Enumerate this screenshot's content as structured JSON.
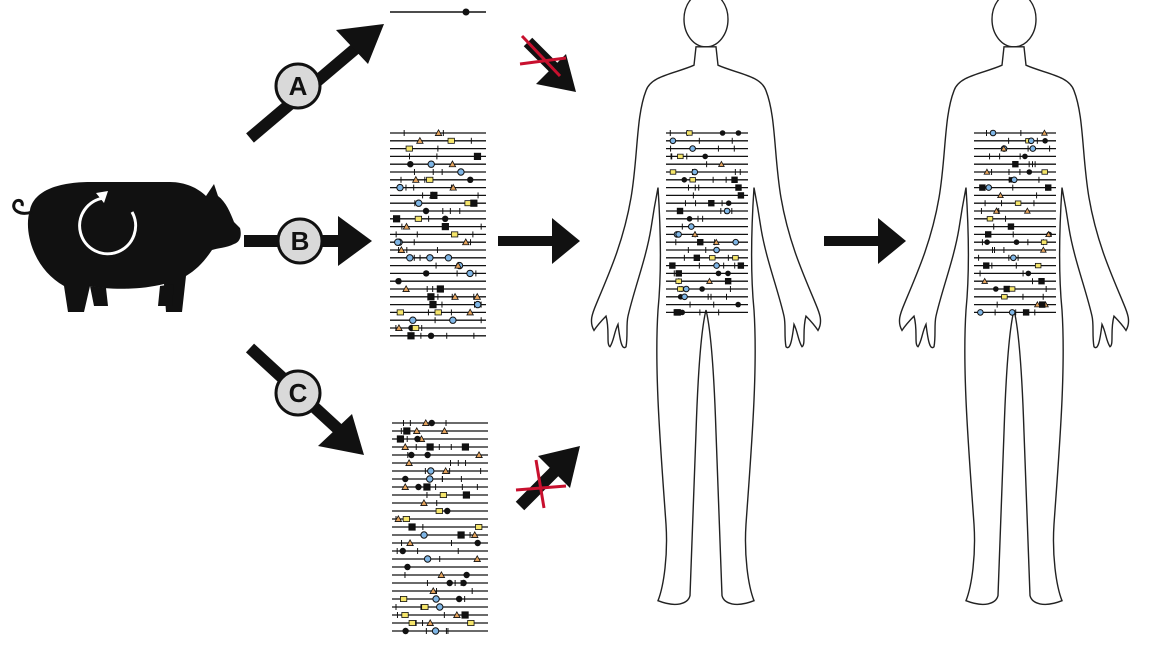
{
  "diagram": {
    "routes": [
      {
        "label": "A",
        "fate": "blocked"
      },
      {
        "label": "B",
        "fate": "transmitted"
      },
      {
        "label": "C",
        "fate": "blocked"
      }
    ],
    "colors": {
      "ink": "#111111",
      "cross": "#c8102e",
      "marker_blue": "#7fb6e6",
      "marker_orange": "#e3a25c",
      "marker_yellow": "#f5e56b",
      "marker_black": "#111111",
      "label_fill": "#d9d9d9"
    },
    "icons": [
      "pig-icon",
      "cycle-icon",
      "human-silhouette-icon",
      "arrow-icon",
      "x-mark-icon"
    ],
    "marker_types": [
      "circle-blue",
      "circle-black",
      "triangle-orange",
      "square-yellow",
      "square-black"
    ]
  }
}
